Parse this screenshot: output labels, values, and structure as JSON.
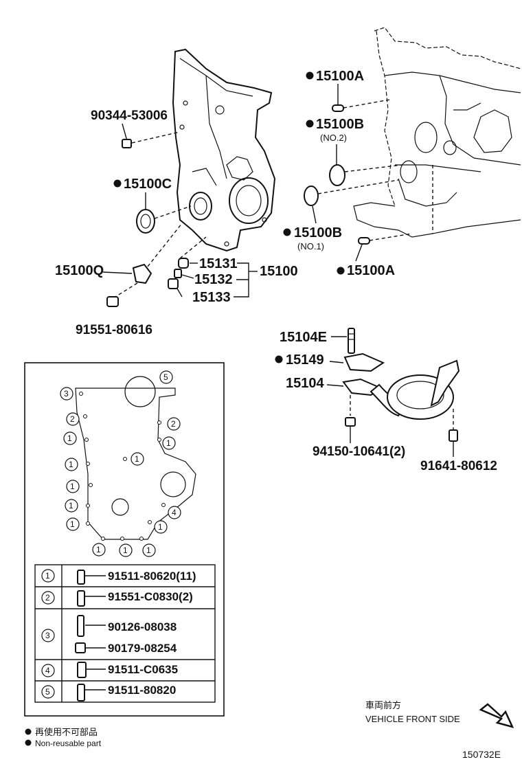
{
  "parts": {
    "p90344": "90344-53006",
    "p15100C": "15100C",
    "p15100A_top": "15100A",
    "p15100B_no2": "15100B",
    "p15100B_no2_note": "(NO.2)",
    "p15100B_no1": "15100B",
    "p15100B_no1_note": "(NO.1)",
    "p15100A_bottom": "15100A",
    "p15100Q": "15100Q",
    "p15131": "15131",
    "p15132": "15132",
    "p15133": "15133",
    "p15100": "15100",
    "p91551_80616": "91551-80616",
    "p15104E": "15104E",
    "p15149": "15149",
    "p15104": "15104",
    "p94150": "94150-10641(2)",
    "p91641": "91641-80612"
  },
  "detail": {
    "callouts": [
      "5",
      "3",
      "2",
      "2",
      "1",
      "1",
      "1",
      "1",
      "1",
      "1",
      "1",
      "4",
      "1",
      "1",
      "1",
      "1"
    ],
    "table": [
      {
        "num": "1",
        "parts": [
          "91511-80620(11)"
        ]
      },
      {
        "num": "2",
        "parts": [
          "91551-C0830(2)"
        ]
      },
      {
        "num": "3",
        "parts": [
          "90126-08038",
          "90179-08254"
        ]
      },
      {
        "num": "4",
        "parts": [
          "91511-C0635"
        ]
      },
      {
        "num": "5",
        "parts": [
          "91511-80820"
        ]
      }
    ]
  },
  "direction": {
    "jp": "車両前方",
    "en": "VEHICLE FRONT SIDE"
  },
  "legend": {
    "jp": "再使用不可部品",
    "en": "Non-reusable part"
  },
  "figure_id": "150732E"
}
